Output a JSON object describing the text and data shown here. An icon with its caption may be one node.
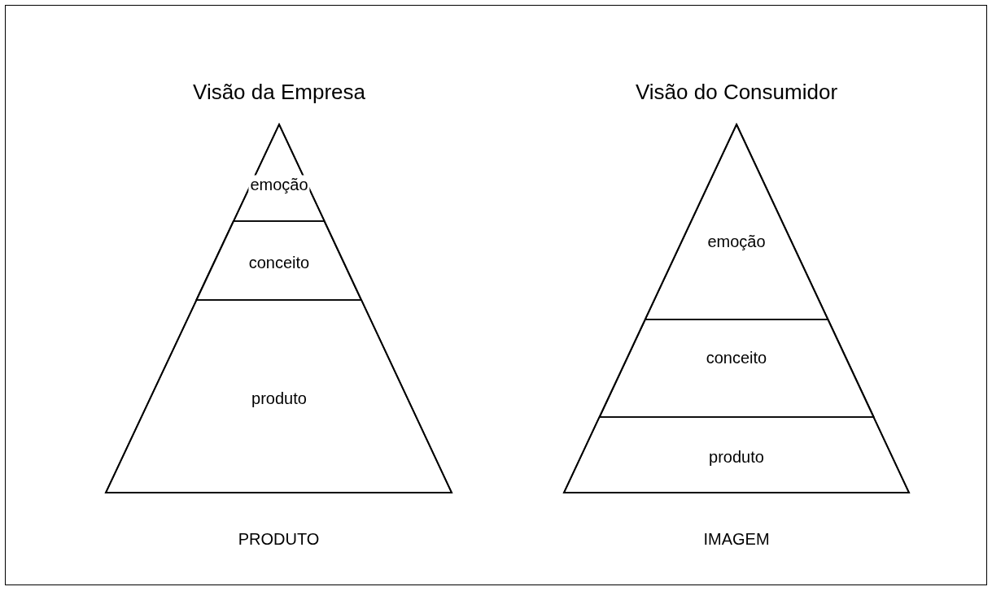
{
  "diagram": {
    "nodes": [
      {
        "text": [
          "Visão da Empresa"
        ],
        "beside": [
          "PRODUTO"
        ]
      },
      {
        "text": [
          "emoção"
        ],
        "in": 0
      },
      {
        "text": [
          "conceito"
        ],
        "in": 0
      },
      {
        "text": [
          "produto"
        ],
        "in": 0
      },
      {
        "text": [
          "Visão do Consumidor"
        ],
        "beside": [
          "IMAGEM"
        ]
      },
      {
        "text": [
          "emoção"
        ],
        "in": 4
      },
      {
        "text": [
          "conceito"
        ],
        "in": 4
      },
      {
        "text": [
          "produto"
        ],
        "in": 4
      }
    ],
    "edges": []
  }
}
